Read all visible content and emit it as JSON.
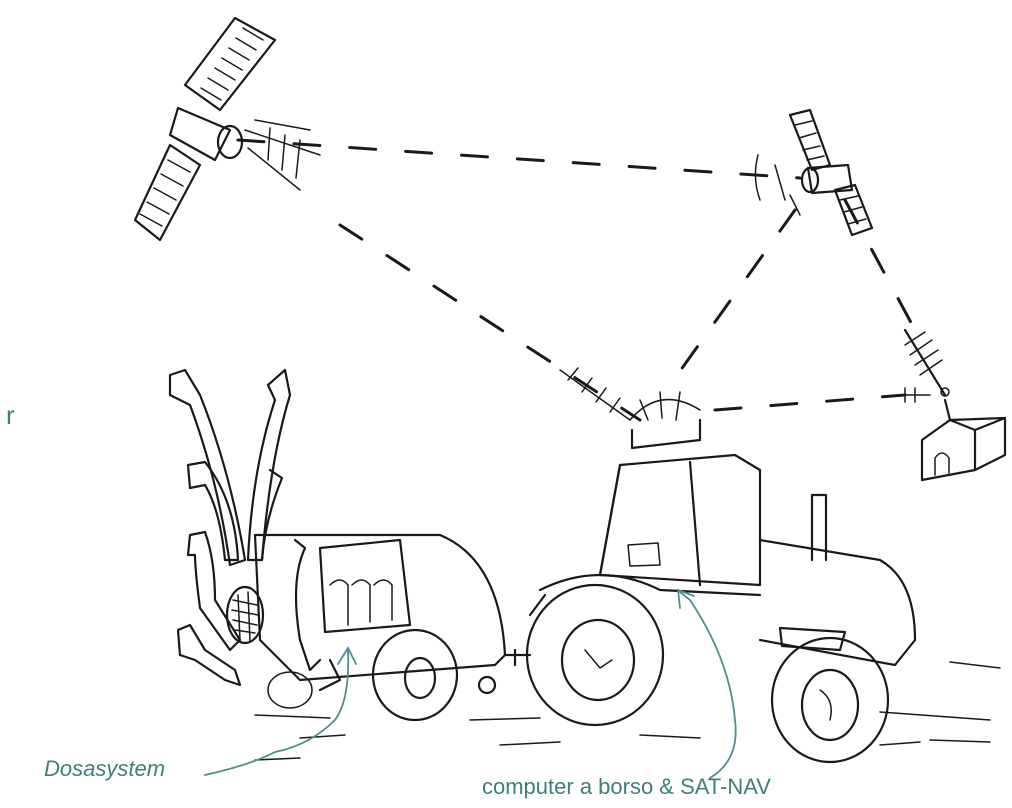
{
  "labels": {
    "dosasystem": "Dosasystem",
    "computer": "computer a borso & SAT-NAV",
    "edge_fragment": "r"
  },
  "colors": {
    "ink": "#1a1a1a",
    "label": "#3f7f7a",
    "arrow": "#4e8f8c"
  },
  "icons": [
    "satellite-icon",
    "satellite-icon",
    "tractor-icon",
    "sprayer-icon",
    "building-icon",
    "antenna-icon"
  ]
}
